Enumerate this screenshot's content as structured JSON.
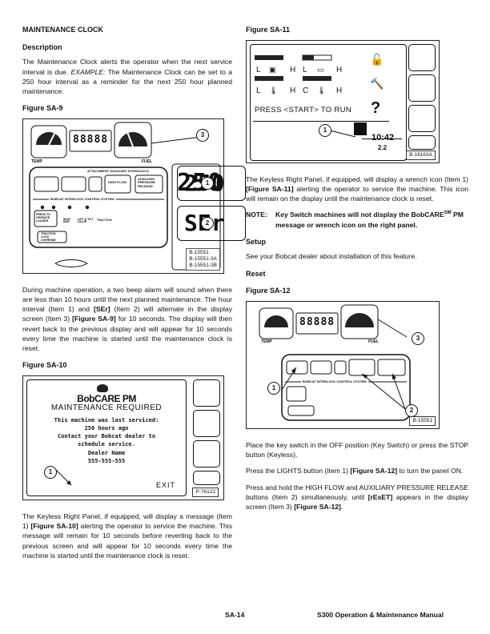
{
  "left": {
    "heading": "MAINTENANCE CLOCK",
    "description_heading": "Description",
    "intro_p1": "The Maintenance Clock alerts the operator when the next service interval is due. ",
    "intro_example": "EXAMPLE:",
    "intro_p2": " The Maintenance Clock can be set to a 250 hour interval as a reminder for the next 250 hour planned maintenance.",
    "fig_sa9_title": "Figure SA-9",
    "fig_sa9": {
      "temp": "TEMP",
      "fuel": "FUEL",
      "hour_digits": "88888",
      "lcd1": "250",
      "lcd2": "SEr",
      "callout1": "1",
      "callout2": "2",
      "callout3": "3",
      "panel_title": "ATTACHMENT AUXILIARY HYDRAULICS",
      "interlock": "BOBCAT INTERLOCK CONTROL SYSTEM",
      "btn_high_flow": "HIGH FLOW",
      "btn_aux": "AUXILIARY PRESSURE RELEASE",
      "btn_press": "PRESS TO OPERATE LOADER",
      "lbl_seat": "SEAT BAR",
      "lbl_lift": "LIFT & TILT VALVE",
      "lbl_traction": "TRACTION",
      "btn_override": "TRACTION LOCK OVERRIDE",
      "ref": [
        "B-15551",
        "B-15551-3A",
        "B-15551-3B"
      ]
    },
    "para_alarm_1": "During machine operation, a two beep alarm will sound when there are less than 10 hours until the next planned maintenance. The hour interval (Item 1) and ",
    "para_alarm_ser": "[SEr]",
    "para_alarm_2": " (Item 2) will alternate in the display screen (Item 3) ",
    "para_alarm_fig": "[Figure SA-9]",
    "para_alarm_3": " for 10 seconds. The display will then revert back to the previous display and will appear for 10 seconds every time the machine is started until the maintenance clock is reset.",
    "fig_sa10_title": "Figure SA-10",
    "fig_sa10": {
      "brand": "BobCARE PM",
      "title": "MAINTENANCE REQUIRED",
      "line1": "This machine was last serviced:",
      "line2": "250 hours ago",
      "line3": "Contact your Bobcat dealer to",
      "line4": "schedule service.",
      "line5": "Dealer Name",
      "line6": "555-555-555",
      "exit": "EXIT",
      "callout1": "1",
      "ref": "P-76122"
    },
    "para_keyless_1": "The Keyless Right Panel, if equipped, will display a message (Item 1) ",
    "para_keyless_fig": "[Figure SA-10]",
    "para_keyless_2": " alerting the operator to service the machine. This message will remain for 10 seconds before reverting back to the previous screen and will appear for 10 seconds every time the machine is started until the maintenance clock is reset."
  },
  "right": {
    "fig_sa11_title": "Figure SA-11",
    "fig_sa11": {
      "l1": "L",
      "h1": "H",
      "l2": "L",
      "h2": "H",
      "l3": "L",
      "h3": "H",
      "c4": "C",
      "h4": "H",
      "press": "PRESS <START> TO RUN",
      "time": "10:42",
      "sub": "2.2",
      "question": "?",
      "callout1": "1",
      "ref": "B-16163A"
    },
    "para_wrench_1": "The Keyless Right Panel, if equipped, will display a wrench icon (Item 1) ",
    "para_wrench_fig": "[Figure SA-11]",
    "para_wrench_2": " alerting the operator to service the machine. This icon will remain on the display until the maintenance clock is reset.",
    "note_label": "NOTE:",
    "note_text_1": "Key Switch machines will not display the BobCARE",
    "note_sm": "SM",
    "note_text_2": " PM message or wrench icon on the right panel.",
    "setup_heading": "Setup",
    "setup_text": "See your Bobcat dealer about installation of this feature.",
    "reset_heading": "Reset",
    "fig_sa12_title": "Figure SA-12",
    "fig_sa12": {
      "temp": "TEMP",
      "fuel": "FUEL",
      "hour_digits": "88888",
      "callout1": "1",
      "callout2": "2",
      "callout3": "3",
      "interlock": "BOBCAT INTERLOCK CONTROL SYSTEM",
      "ref": "B-15551"
    },
    "para_reset1": "Place the key switch in the OFF position (Key Switch) or press the STOP button (Keyless).",
    "para_reset2_1": "Press the LIGHTS button (Item 1) ",
    "para_reset2_fig": "[Figure SA-12]",
    "para_reset2_2": " to turn the panel ON.",
    "para_reset3_1": "Press and hold the HIGH FLOW and AUXILIARY PRESSURE RELEASE buttons (Item 2) simultaneously, until ",
    "para_reset3_reset": "[rEsET]",
    "para_reset3_2": " appears in the display screen (Item 3) ",
    "para_reset3_fig": "[Figure SA-12]",
    "para_reset3_3": "."
  },
  "footer": {
    "page": "SA-14",
    "manual": "S300 Operation & Maintenance Manual"
  }
}
